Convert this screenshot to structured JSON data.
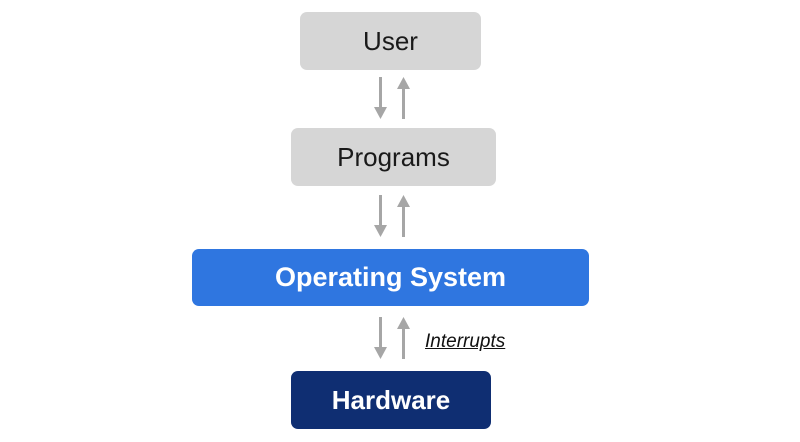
{
  "diagram": {
    "nodes": [
      {
        "id": "user",
        "label": "User"
      },
      {
        "id": "programs",
        "label": "Programs"
      },
      {
        "id": "os",
        "label": "Operating System"
      },
      {
        "id": "hardware",
        "label": "Hardware"
      }
    ],
    "edges": [
      {
        "between": [
          "user",
          "programs"
        ],
        "direction": "bidirectional",
        "label": ""
      },
      {
        "between": [
          "programs",
          "os"
        ],
        "direction": "bidirectional",
        "label": ""
      },
      {
        "between": [
          "os",
          "hardware"
        ],
        "direction": "bidirectional",
        "label": "Interrupts"
      }
    ],
    "colors": {
      "gray_box": "#d6d6d6",
      "os_box": "#2f76e0",
      "hardware_box": "#0f2e72",
      "arrow": "#a6a6a6"
    }
  }
}
